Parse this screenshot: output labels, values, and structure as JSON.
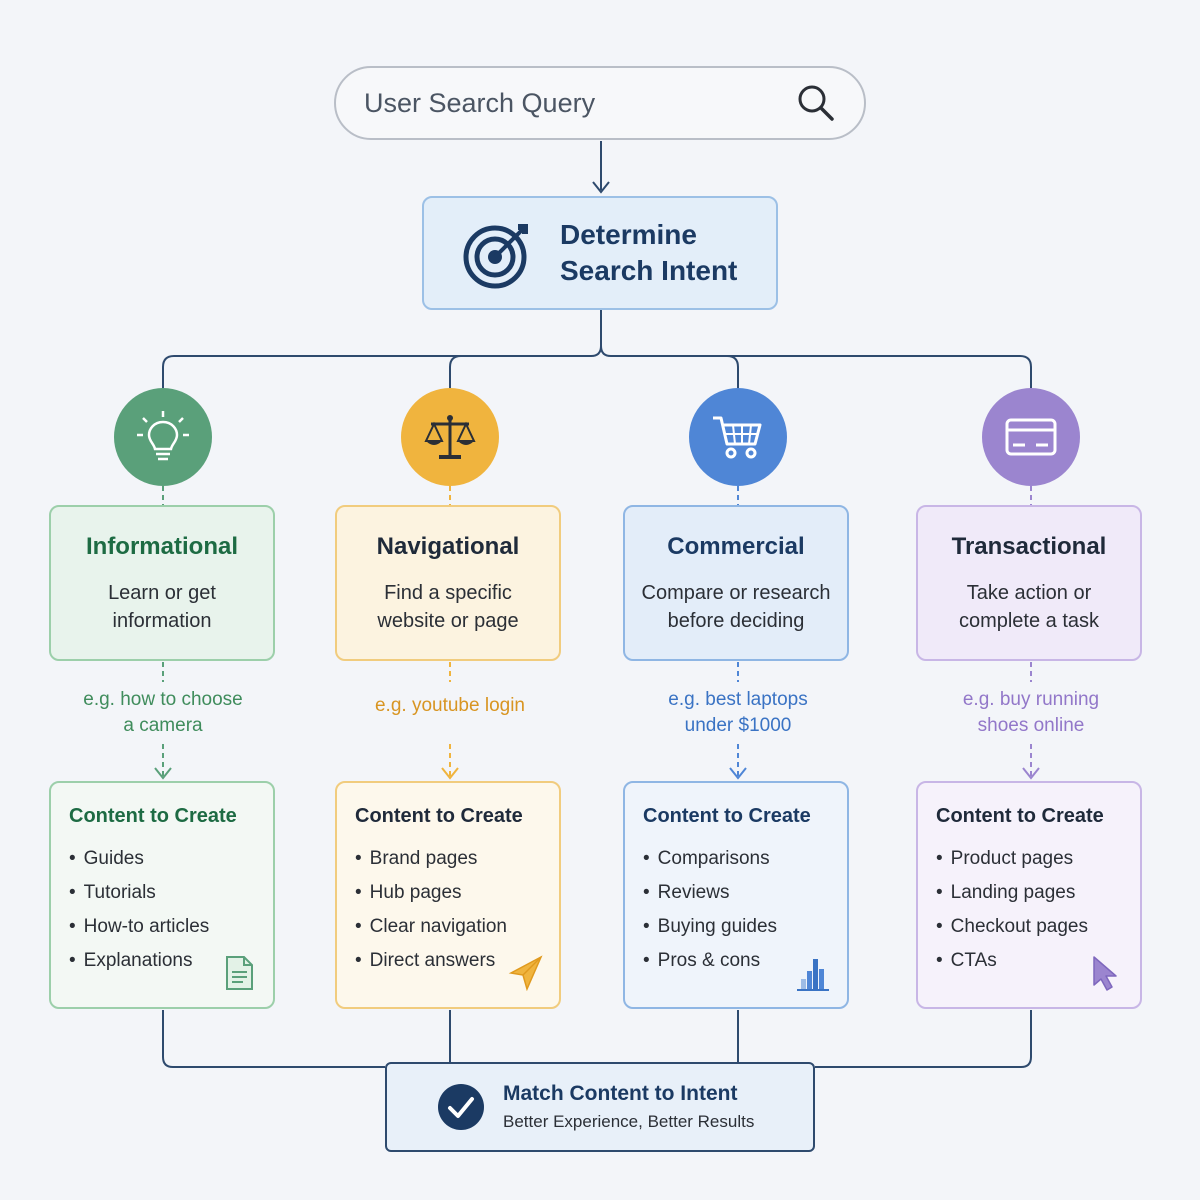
{
  "search": {
    "placeholder": "User Search Query",
    "icon": "search-icon"
  },
  "intent": {
    "title_line1": "Determine",
    "title_line2": "Search Intent",
    "icon": "target-icon"
  },
  "columns": [
    {
      "name": "Informational",
      "desc_line1": "Learn or get",
      "desc_line2": "information",
      "example_line1": "e.g. how to choose",
      "example_line2": "a camera",
      "icon": "lightbulb-icon",
      "color": "#5aa07a",
      "text_color": "#1d6b43",
      "example_color": "#3f8c5c",
      "content_heading": "Content to Create",
      "items": [
        "Guides",
        "Tutorials",
        "How-to articles",
        "Explanations"
      ],
      "corner_icon": "document-icon"
    },
    {
      "name": "Navigational",
      "desc_line1": "Find a specific",
      "desc_line2": "website or page",
      "example_line1": "e.g. youtube login",
      "example_line2": "",
      "icon": "scales-icon",
      "color": "#f0b43e",
      "text_color": "#1f2a3a",
      "example_color": "#d89522",
      "content_heading": "Content to Create",
      "items": [
        "Brand pages",
        "Hub pages",
        "Clear navigation",
        "Direct answers"
      ],
      "corner_icon": "pointer-arrow-icon"
    },
    {
      "name": "Commercial",
      "desc_line1": "Compare or research",
      "desc_line2": "before deciding",
      "example_line1": "e.g. best laptops",
      "example_line2": "under $1000",
      "icon": "shopping-cart-icon",
      "color": "#4f86d6",
      "text_color": "#1b3a63",
      "example_color": "#3a73c4",
      "content_heading": "Content to Create",
      "items": [
        "Comparisons",
        "Reviews",
        "Buying guides",
        "Pros & cons"
      ],
      "corner_icon": "bar-chart-icon"
    },
    {
      "name": "Transactional",
      "desc_line1": "Take action or",
      "desc_line2": "complete a task",
      "example_line1": "e.g. buy running",
      "example_line2": "shoes online",
      "icon": "credit-card-icon",
      "color": "#9b85cf",
      "text_color": "#1f2a3a",
      "example_color": "#9277c9",
      "content_heading": "Content to Create",
      "items": [
        "Product pages",
        "Landing pages",
        "Checkout pages",
        "CTAs"
      ],
      "corner_icon": "cursor-icon"
    }
  ],
  "match": {
    "title": "Match Content to Intent",
    "subtitle": "Better Experience, Better Results",
    "icon": "check-circle-icon"
  }
}
